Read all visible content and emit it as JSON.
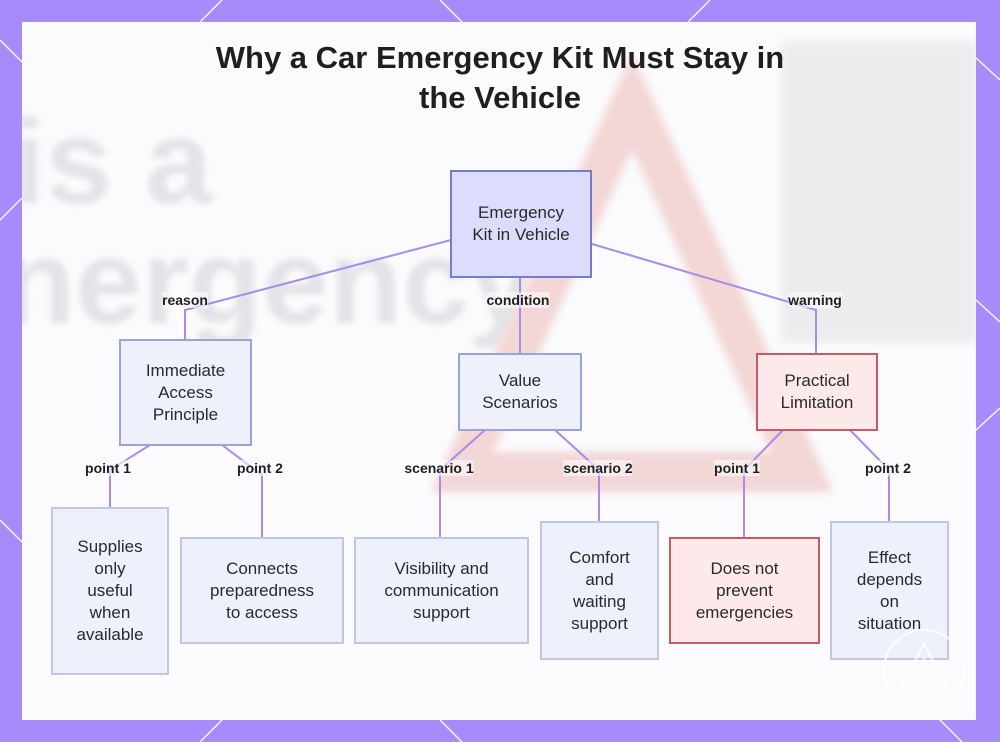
{
  "title": {
    "line1": "Why a Car Emergency Kit Must Stay in",
    "line2": "the Vehicle"
  },
  "background": {
    "word1": "is a",
    "word2": "nergency"
  },
  "nodes": {
    "root": "Emergency Kit in Vehicle",
    "immediate": "Immediate Access Principle",
    "value": "Value Scenarios",
    "practical": "Practical Limitation",
    "supplies": "Supplies only useful when available",
    "connects": "Connects preparedness to access",
    "visibility": "Visibility and communication support",
    "comfort": "Comfort and waiting support",
    "notprevent": "Does not prevent emergencies",
    "effect": "Effect depends on situation"
  },
  "edge_labels": {
    "reason": "reason",
    "condition": "condition",
    "warning": "warning",
    "imm_point1": "point 1",
    "imm_point2": "point 2",
    "scenario1": "scenario 1",
    "scenario2": "scenario 2",
    "prac_point1": "point 1",
    "prac_point2": "point 2"
  },
  "colors": {
    "frame": "#a78bfa",
    "edge": "#a98be8",
    "root_fill": "#dcdcfd",
    "warn_border": "#c65b66"
  },
  "icons": {
    "corner_logo": "triangle-logo-icon"
  }
}
